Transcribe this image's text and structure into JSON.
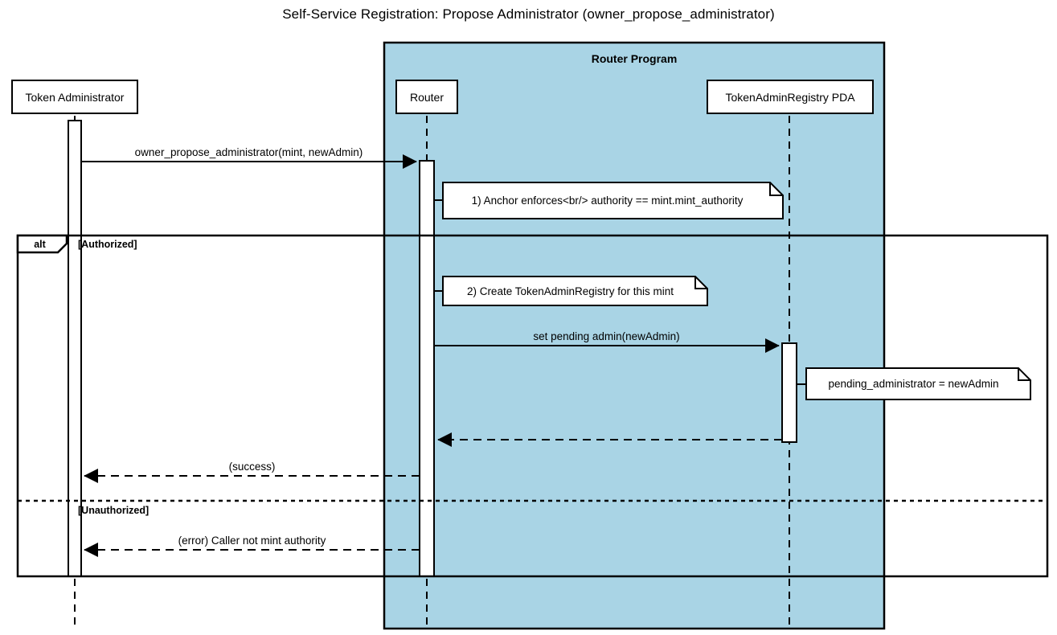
{
  "diagram": {
    "type": "uml-sequence-diagram",
    "title": "Self-Service Registration: Propose Administrator (owner_propose_administrator)",
    "colors": {
      "group_background": "#a9d4e5",
      "stroke": "#000000",
      "note_fill": "#ffffff",
      "participant_fill": "#ffffff",
      "page_background": "#ffffff"
    },
    "group": {
      "label": "Router Program"
    },
    "participants": [
      {
        "id": "token-administrator",
        "label": "Token Administrator",
        "in_group": false
      },
      {
        "id": "router",
        "label": "Router",
        "in_group": true
      },
      {
        "id": "token-admin-registry-pda",
        "label": "TokenAdminRegistry PDA",
        "in_group": true
      }
    ],
    "messages": [
      {
        "id": "owner-propose-administrator",
        "label": "owner_propose_administrator(mint, newAdmin)",
        "from": "token-administrator",
        "to": "router",
        "style": "solid",
        "arrow": "filled"
      },
      {
        "id": "set-pending-admin",
        "label": "set pending admin(newAdmin)",
        "from": "router",
        "to": "token-admin-registry-pda",
        "style": "solid",
        "arrow": "filled"
      },
      {
        "id": "pda-return",
        "label": "",
        "from": "token-admin-registry-pda",
        "to": "router",
        "style": "dashed",
        "arrow": "filled"
      },
      {
        "id": "success-return",
        "label": "(success)",
        "from": "router",
        "to": "token-administrator",
        "style": "dashed",
        "arrow": "filled"
      },
      {
        "id": "error-return",
        "label": "(error) Caller not mint authority",
        "from": "router",
        "to": "token-administrator",
        "style": "dashed",
        "arrow": "filled"
      }
    ],
    "notes": [
      {
        "id": "note-anchor-enforces",
        "text": "1) Anchor enforces<br/> authority == mint.mint_authority",
        "attached_to": "router"
      },
      {
        "id": "note-create-registry",
        "text": "2) Create TokenAdminRegistry for this mint",
        "attached_to": "router"
      },
      {
        "id": "note-pending-administrator",
        "text": "pending_administrator = newAdmin",
        "attached_to": "token-admin-registry-pda"
      }
    ],
    "fragment": {
      "id": "alt-fragment",
      "operator": "alt",
      "branches": [
        {
          "id": "branch-authorized",
          "condition": "[Authorized]"
        },
        {
          "id": "branch-unauthorized",
          "condition": "[Unauthorized]"
        }
      ]
    }
  }
}
